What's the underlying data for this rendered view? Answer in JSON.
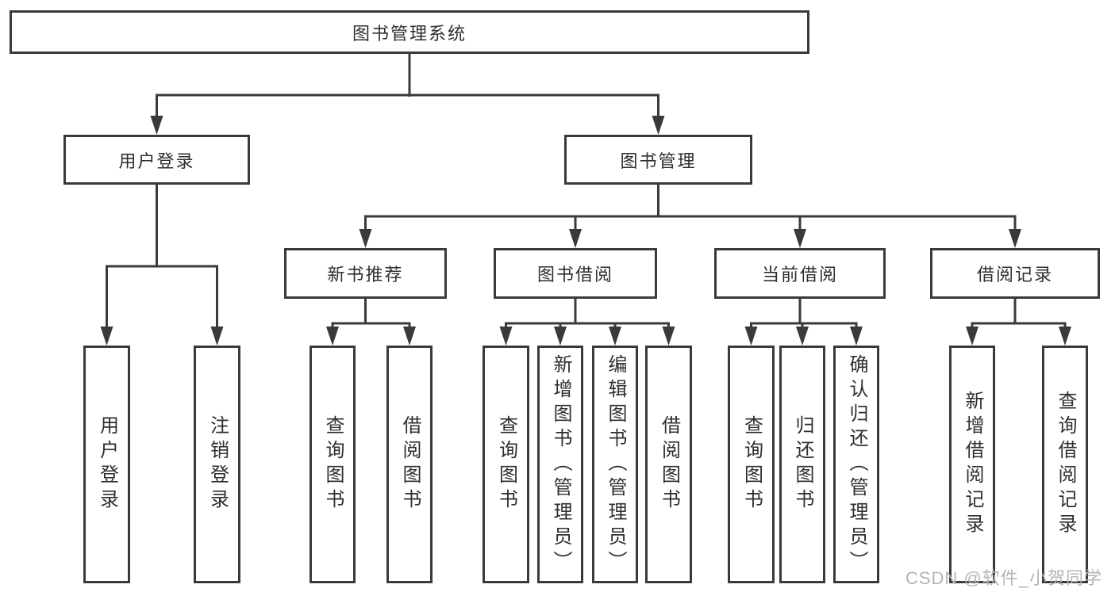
{
  "tree": {
    "root": "图书管理系统",
    "branches": [
      {
        "label": "用户登录",
        "children": [
          "用户登录",
          "注销登录"
        ]
      },
      {
        "label": "图书管理",
        "groups": [
          {
            "label": "新书推荐",
            "children": [
              "查询图书",
              "借阅图书"
            ]
          },
          {
            "label": "图书借阅",
            "children": [
              "查询图书",
              "新增图书（管理员）",
              "编辑图书（管理员）",
              "借阅图书"
            ]
          },
          {
            "label": "当前借阅",
            "children": [
              "查询图书",
              "归还图书",
              "确认归还（管理员）"
            ]
          },
          {
            "label": "借阅记录",
            "children": [
              "新增借阅记录",
              "查询借阅记录"
            ]
          }
        ]
      }
    ]
  },
  "watermark": {
    "text": "CSDN @软件_小贺同学"
  },
  "colors": {
    "line": "#3a3a3a",
    "text": "#2f2f2f",
    "watermark": "#b5b5b5",
    "background": "#ffffff"
  }
}
